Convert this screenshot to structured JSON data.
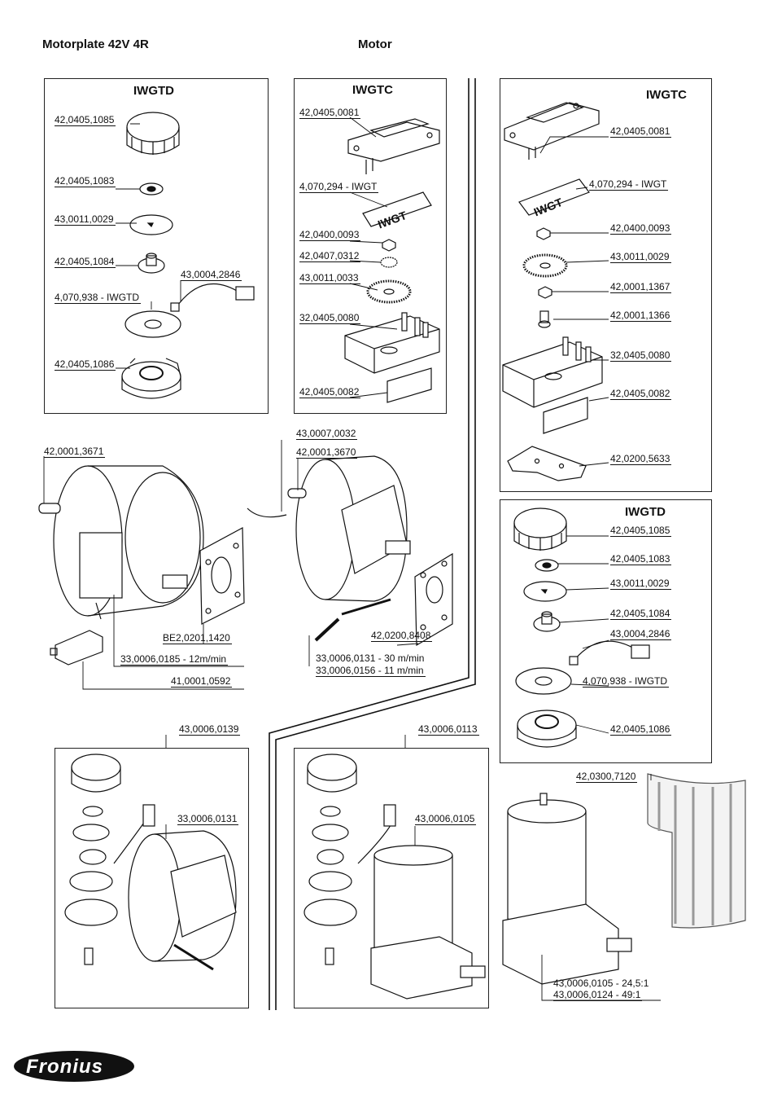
{
  "headings": {
    "left": "Motorplate 42V 4R",
    "center": "Motor"
  },
  "boxes": {
    "iwgtd_left": "IWGTD",
    "iwgtc_mid": "IWGTC",
    "iwgtc_right": "IWGTC",
    "iwgtd_right": "IWGTD"
  },
  "labels": {
    "a1": "42,0405,1085",
    "a2": "42,0405,1083",
    "a3": "43,0011,0029",
    "a4": "42,0405,1084",
    "a5": "43,0004,2846",
    "a6": "4,070,938 - IWGTD",
    "a7": "42,0405,1086",
    "b1": "42,0405,0081",
    "b2": "4,070,294 - IWGT",
    "b3": "42,0400,0093",
    "b4": "42,0407,0312",
    "b5": "43,0011,0033",
    "b6": "32,0405,0080",
    "b7": "42,0405,0082",
    "c1": "42,0405,0081",
    "c2": "4,070,294 - IWGT",
    "c3": "42,0400,0093",
    "c4": "43,0011,0029",
    "c5": "42,0001,1367",
    "c6": "42,0001,1366",
    "c7": "32,0405,0080",
    "c8": "42,0405,0082",
    "c9": "42,0200,5633",
    "d1": "42,0405,1085",
    "d2": "42,0405,1083",
    "d3": "43,0011,0029",
    "d4": "42,0405,1084",
    "d5": "43,0004,2846",
    "d6": "4,070,938 - IWGTD",
    "d7": "42,0405,1086",
    "e1": "42,0001,3671",
    "e2": "BE2,0201,1420",
    "e3": "33,0006,0185 - 12m/min",
    "e4": "41,0001,0592",
    "f1": "43,0007,0032",
    "f2": "42,0001,3670",
    "f3": "42,0200,8408",
    "f4": "33,0006,0131 - 30 m/min",
    "f5": "33,0006,0156 - 11 m/min",
    "g1": "43,0006,0139",
    "g2": "33,0006,0131",
    "h1": "43,0006,0113",
    "h2": "43,0006,0105",
    "i1": "42,0300,7120",
    "i2": "43,0006,0105 - 24,5:1",
    "i3": "43,0006,0124 - 49:1"
  },
  "plate_text": {
    "iwgt_mid": "IWGT",
    "iwgt_right": "IWGT"
  },
  "logo": {
    "text": "Fronius",
    "color": "#111111"
  }
}
